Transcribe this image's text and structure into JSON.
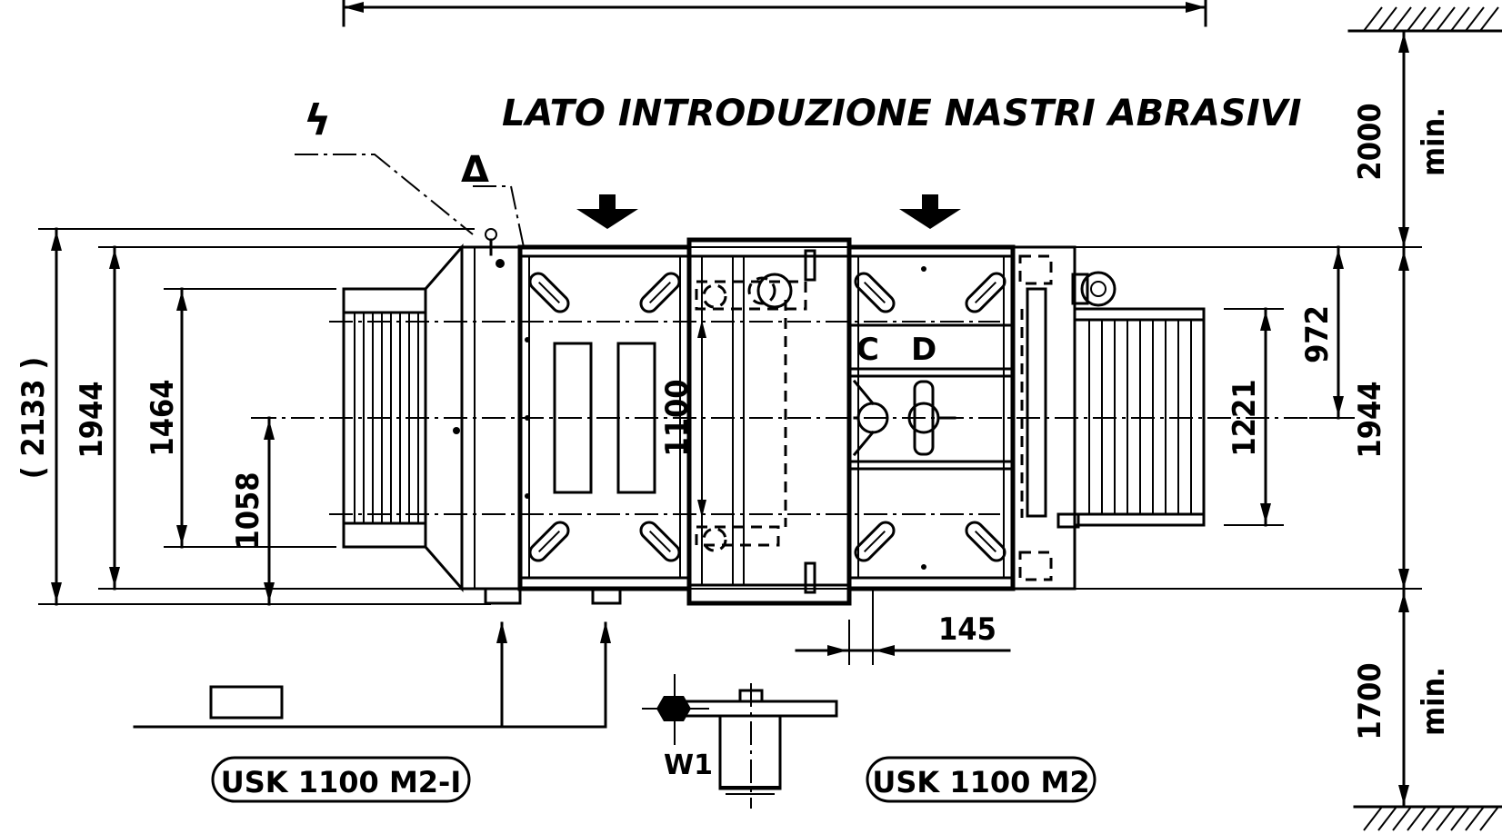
{
  "header": {
    "side_label": "LATO INTRODUZIONE NASTRI ABRASIVI"
  },
  "symbols": {
    "electric": "ϟ",
    "delta": "Δ",
    "weld": "W1",
    "compartment_c": "C",
    "compartment_d": "D"
  },
  "dimensions": {
    "overall_width_ref": "( 2133 )",
    "width_left": "1944",
    "inner_left": "1464",
    "axis_height": "1058",
    "center_width": "1100",
    "right_half": "972",
    "right_inner": "1221",
    "width_right": "1944",
    "clearance_top": "2000",
    "clearance_top_unit": "min.",
    "clearance_bottom": "1700",
    "clearance_bottom_unit": "min.",
    "offset": "145"
  },
  "models": {
    "left": "USK 1100 M2-I",
    "right": "USK 1100 M2"
  }
}
